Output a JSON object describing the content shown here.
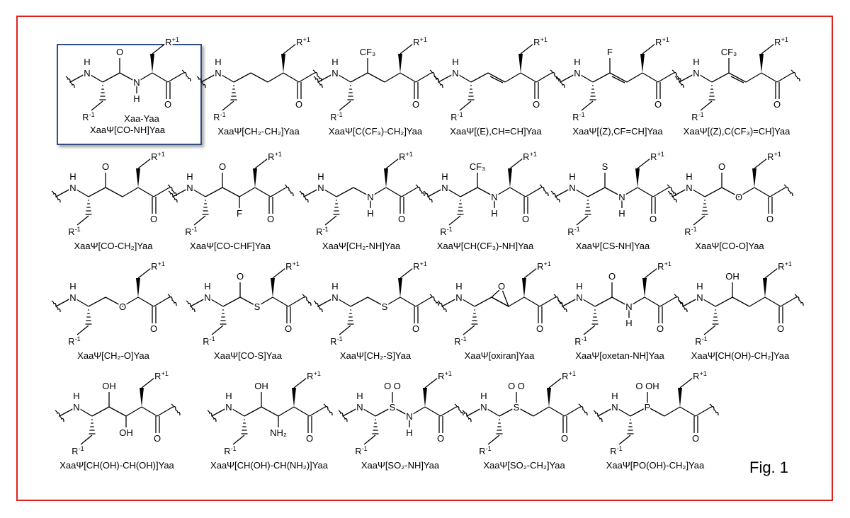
{
  "figure_label": "Fig. 1",
  "colors": {
    "frame": "#e0201b",
    "reference_box": "#2f4f7f"
  },
  "backbone": {
    "n": "N",
    "h": "H",
    "o": "O",
    "r_prev": "R",
    "r_prev_sup": "-1",
    "r_next": "R",
    "r_next_sup": "+1"
  },
  "reference_caption": "Xaa-Yaa",
  "structures": [
    {
      "label": "XaaΨ[CO-NH]Yaa",
      "a1": "",
      "a2": "N",
      "s1": "O",
      "s2": "H",
      "reference": true
    },
    {
      "label": "XaaΨ[CH₂-CH₂]Yaa",
      "a1": "",
      "a2": "",
      "s1": "",
      "s2": ""
    },
    {
      "label": "XaaΨ[C(CF₃)-CH₂]Yaa",
      "a1": "",
      "a2": "",
      "s1": "CF₃",
      "s2": ""
    },
    {
      "label": "XaaΨ[(E),CH=CH]Yaa",
      "a1": "",
      "a2": "",
      "s1": "",
      "s2": "",
      "double": true
    },
    {
      "label": "XaaΨ[(Z),CF=CH]Yaa",
      "a1": "",
      "a2": "",
      "s1": "F",
      "s2": "",
      "double": true
    },
    {
      "label": "XaaΨ[(Z),C(CF₃)=CH]Yaa",
      "a1": "",
      "a2": "",
      "s1": "CF₃",
      "s2": "",
      "double": true
    },
    {
      "label": "XaaΨ[CO-CH₂]Yaa",
      "a1": "",
      "a2": "",
      "s1": "O",
      "s2": ""
    },
    {
      "label": "XaaΨ[CO-CHF]Yaa",
      "a1": "",
      "a2": "",
      "s1": "O",
      "s2": "F"
    },
    {
      "label": "XaaΨ[CH₂-NH]Yaa",
      "a1": "",
      "a2": "N",
      "s1": "",
      "s2": "H"
    },
    {
      "label": "XaaΨ[CH(CF₃)-NH]Yaa",
      "a1": "",
      "a2": "N",
      "s1": "CF₃",
      "s2": "H"
    },
    {
      "label": "XaaΨ[CS-NH]Yaa",
      "a1": "",
      "a2": "N",
      "s1": "S",
      "s2": "H"
    },
    {
      "label": "XaaΨ[CO-O]Yaa",
      "a1": "",
      "a2": "O",
      "s1": "O",
      "s2": ""
    },
    {
      "label": "XaaΨ[CH₂-O]Yaa",
      "a1": "",
      "a2": "O",
      "s1": "",
      "s2": ""
    },
    {
      "label": "XaaΨ[CO-S]Yaa",
      "a1": "",
      "a2": "S",
      "s1": "O",
      "s2": ""
    },
    {
      "label": "XaaΨ[CH₂-S]Yaa",
      "a1": "",
      "a2": "S",
      "s1": "",
      "s2": ""
    },
    {
      "label": "XaaΨ[oxiran]Yaa",
      "a1": "",
      "a2": "",
      "s1": "",
      "s2": "",
      "ring": "O"
    },
    {
      "label": "XaaΨ[oxetan-NH]Yaa",
      "a1": "",
      "a2": "N",
      "s1": "O",
      "s2": "H"
    },
    {
      "label": "XaaΨ[CH(OH)-CH₂]Yaa",
      "a1": "",
      "a2": "",
      "s1": "OH",
      "s2": ""
    },
    {
      "label": "XaaΨ[CH(OH)-CH(OH)]Yaa",
      "a1": "",
      "a2": "",
      "s1": "OH",
      "s2": "OH"
    },
    {
      "label": "XaaΨ[CH(OH)-CH(NH₂)]Yaa",
      "a1": "",
      "a2": "",
      "s1": "OH",
      "s2": "NH₂"
    },
    {
      "label": "XaaΨ[SO₂-NH]Yaa",
      "a1": "S",
      "a2": "N",
      "s1": "O  O",
      "s2": "H"
    },
    {
      "label": "XaaΨ[SO₂-CH₂]Yaa",
      "a1": "S",
      "a2": "",
      "s1": "O  O",
      "s2": ""
    },
    {
      "label": "XaaΨ[PO(OH)-CH₂]Yaa",
      "a1": "P",
      "a2": "",
      "s1": "O  OH",
      "s2": ""
    }
  ]
}
